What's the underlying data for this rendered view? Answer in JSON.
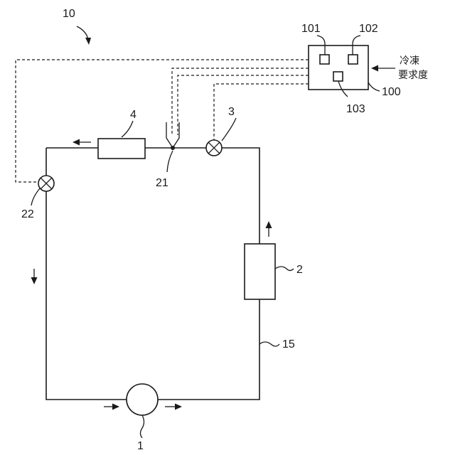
{
  "labels": {
    "system": "10",
    "compressor": "1",
    "condenser": "2",
    "valve_3": "3",
    "evaporator": "4",
    "pipe": "15",
    "branch": "21",
    "valve_22": "22",
    "controller": "100",
    "sensor_101": "101",
    "sensor_102": "102",
    "sensor_103": "103",
    "request_line1": "冷凍",
    "request_line2": "要求度"
  },
  "icons": {
    "valve": "expansion-valve-icon",
    "compressor": "compressor-icon"
  }
}
